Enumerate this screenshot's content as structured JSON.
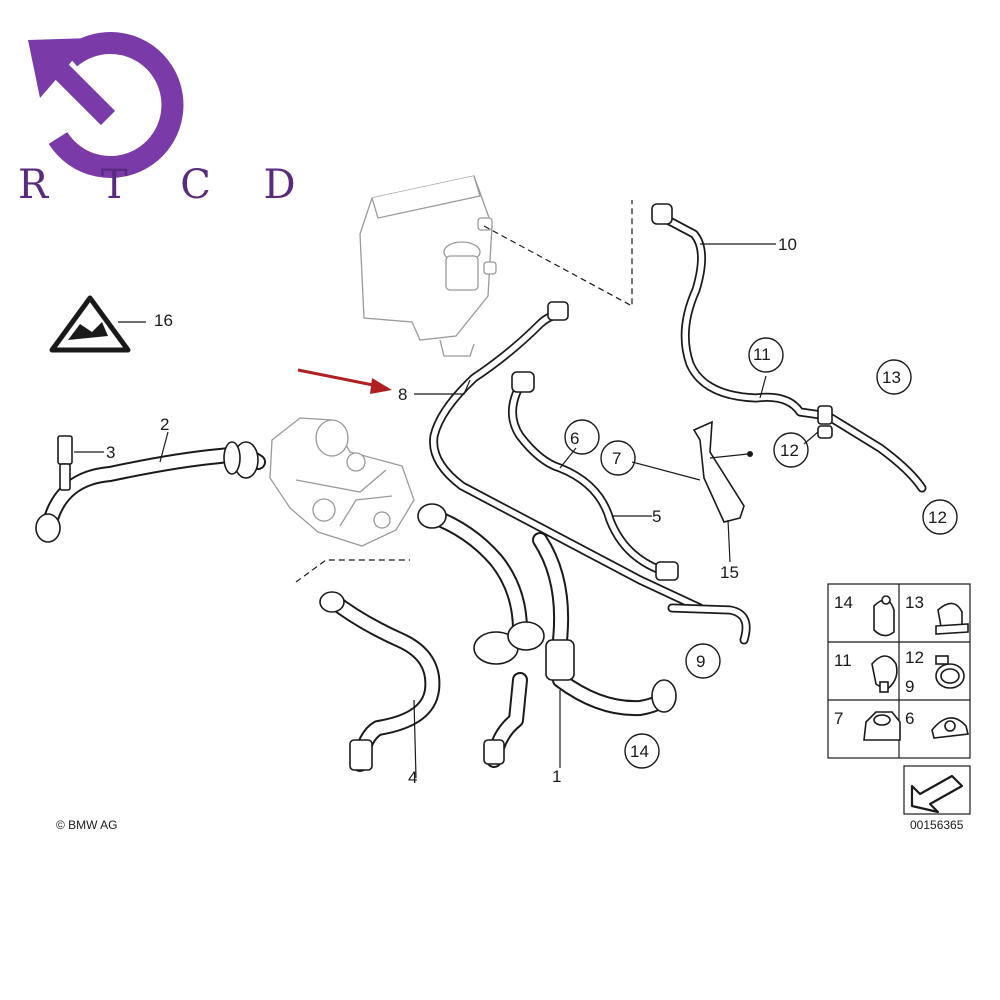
{
  "logo": {
    "text": "R T C D",
    "accent": "#7a3aa8"
  },
  "callouts": {
    "c1": "1",
    "c2": "2",
    "c3": "3",
    "c4": "4",
    "c5": "5",
    "c6": "6",
    "c7": "7",
    "c8": "8",
    "c9": "9",
    "c10": "10",
    "c11": "11",
    "c12a": "12",
    "c12b": "12",
    "c13": "13",
    "c14": "14",
    "c15": "15",
    "c16": "16"
  },
  "highlight_arrow_color": "#b02020",
  "legend": {
    "cells": [
      {
        "labels": [
          "14"
        ],
        "icon": "clamp-band-icon"
      },
      {
        "labels": [
          "13"
        ],
        "icon": "bracket-clip-icon"
      },
      {
        "labels": [
          "11"
        ],
        "icon": "spring-clip-icon"
      },
      {
        "labels": [
          "12",
          "9"
        ],
        "icon": "hose-clamp-icon"
      },
      {
        "labels": [
          "7"
        ],
        "icon": "hex-nut-icon"
      },
      {
        "labels": [
          "6"
        ],
        "icon": "p-clip-icon"
      }
    ]
  },
  "footer": {
    "copyright": "© BMW AG",
    "diagram_number": "00156365"
  }
}
